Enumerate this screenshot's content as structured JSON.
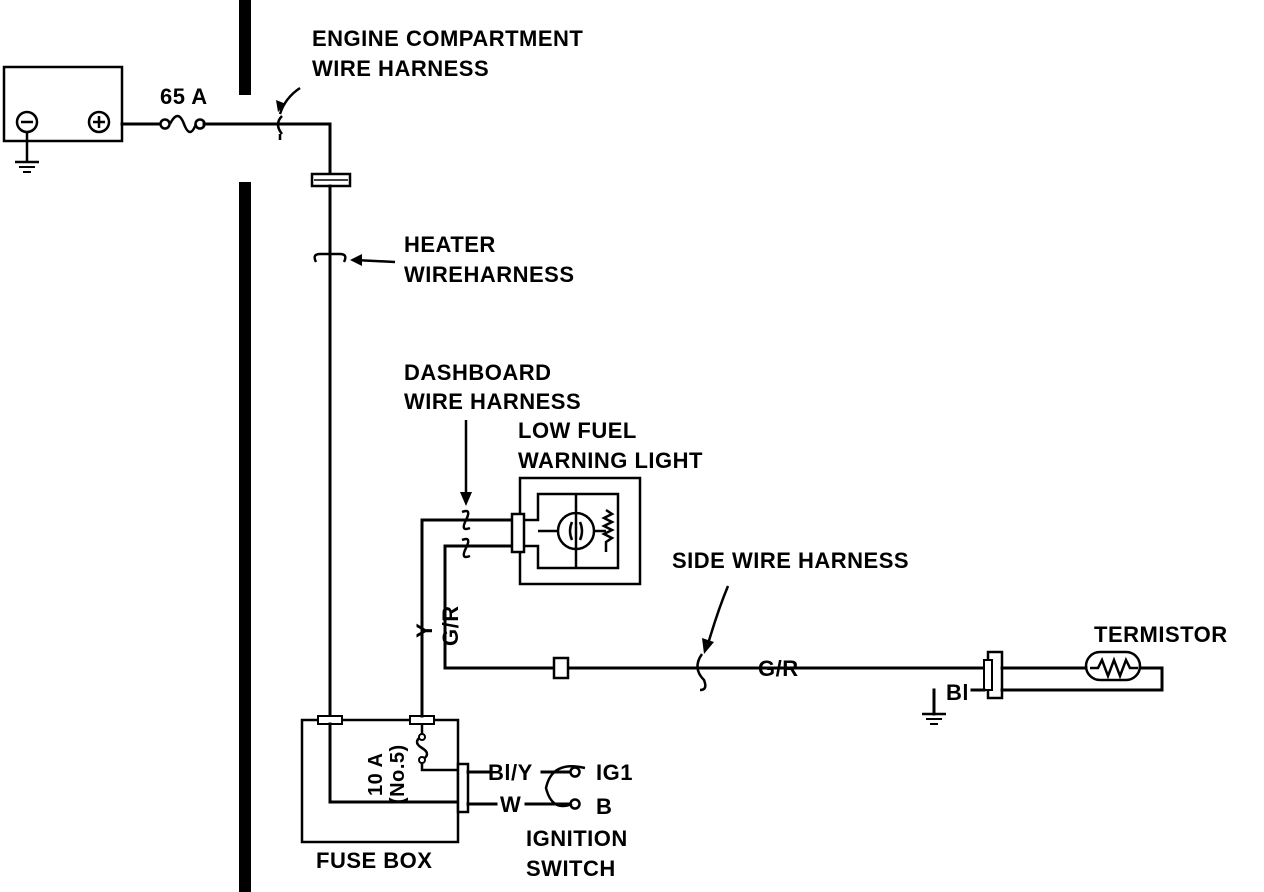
{
  "labels": {
    "engine_harness": [
      "ENGINE COMPARTMENT",
      "WIRE HARNESS"
    ],
    "main_fuse": "65 A",
    "heater_harness": [
      "HEATER",
      "WIREHARNESS"
    ],
    "dashboard_harness": [
      "DASHBOARD",
      "WIRE HARNESS"
    ],
    "low_fuel_light": [
      "LOW FUEL",
      "WARNING LIGHT"
    ],
    "side_harness": "SIDE WIRE HARNESS",
    "termistor": "TERMISTOR",
    "fuse_box": "FUSE BOX",
    "fuse_10a": [
      "10 A",
      "(No.5)"
    ],
    "ignition_switch": [
      "IGNITION",
      "SWITCH"
    ],
    "ig1": "IG1",
    "b": "B"
  },
  "wire_colors": {
    "y": "Y",
    "gr_vertical": "G/R",
    "gr_horizontal": "G/R",
    "bl_ground": "Bl",
    "bl_y": "Bl/Y",
    "w": "W"
  },
  "battery_terminals": {
    "negative": "⊖",
    "positive": "⊕"
  }
}
